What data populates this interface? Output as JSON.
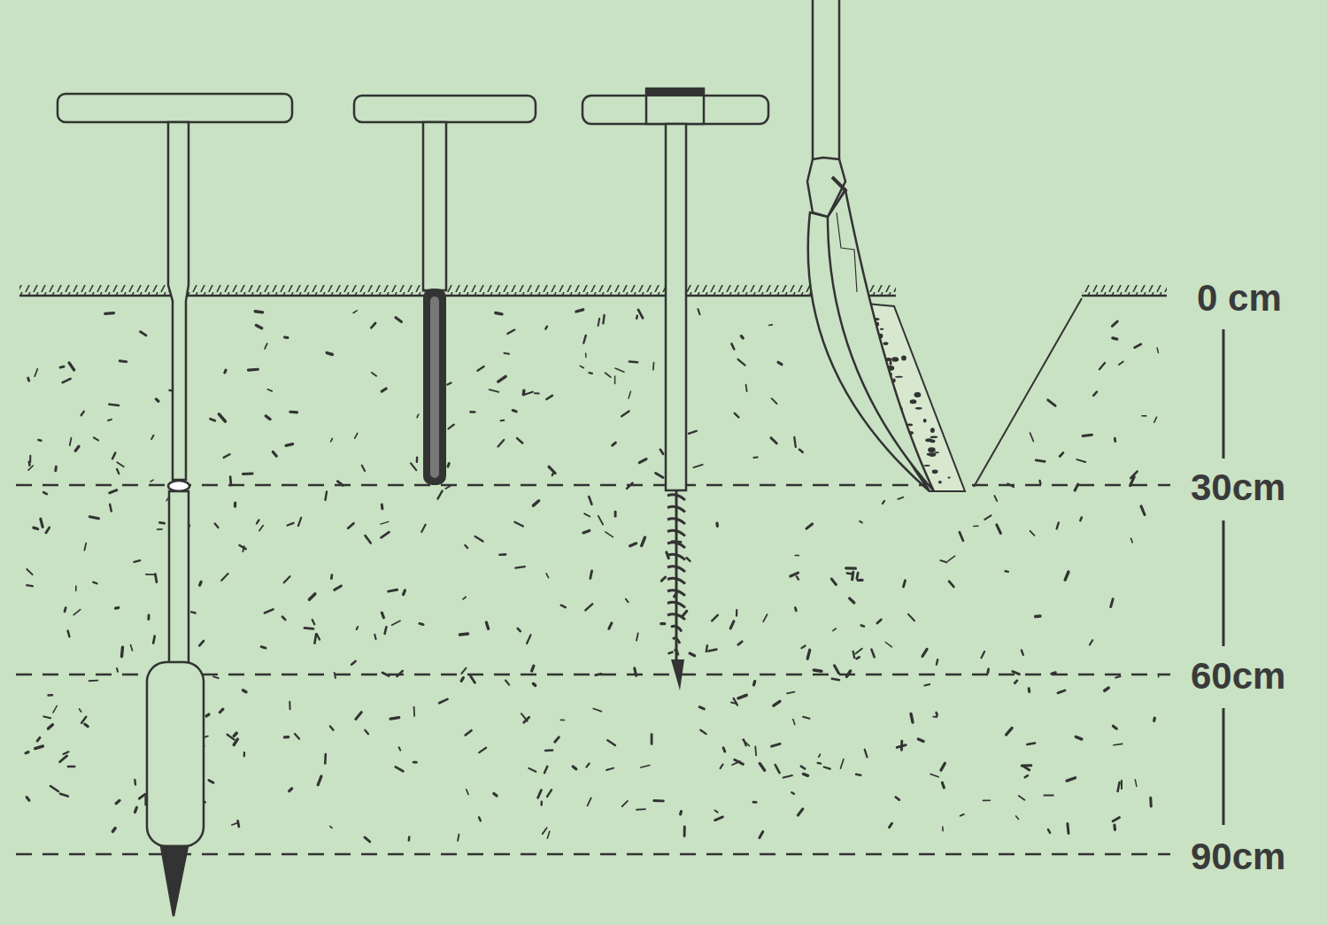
{
  "diagram": {
    "labels": [
      "0 cm",
      "30cm",
      "60cm",
      "90cm"
    ]
  }
}
